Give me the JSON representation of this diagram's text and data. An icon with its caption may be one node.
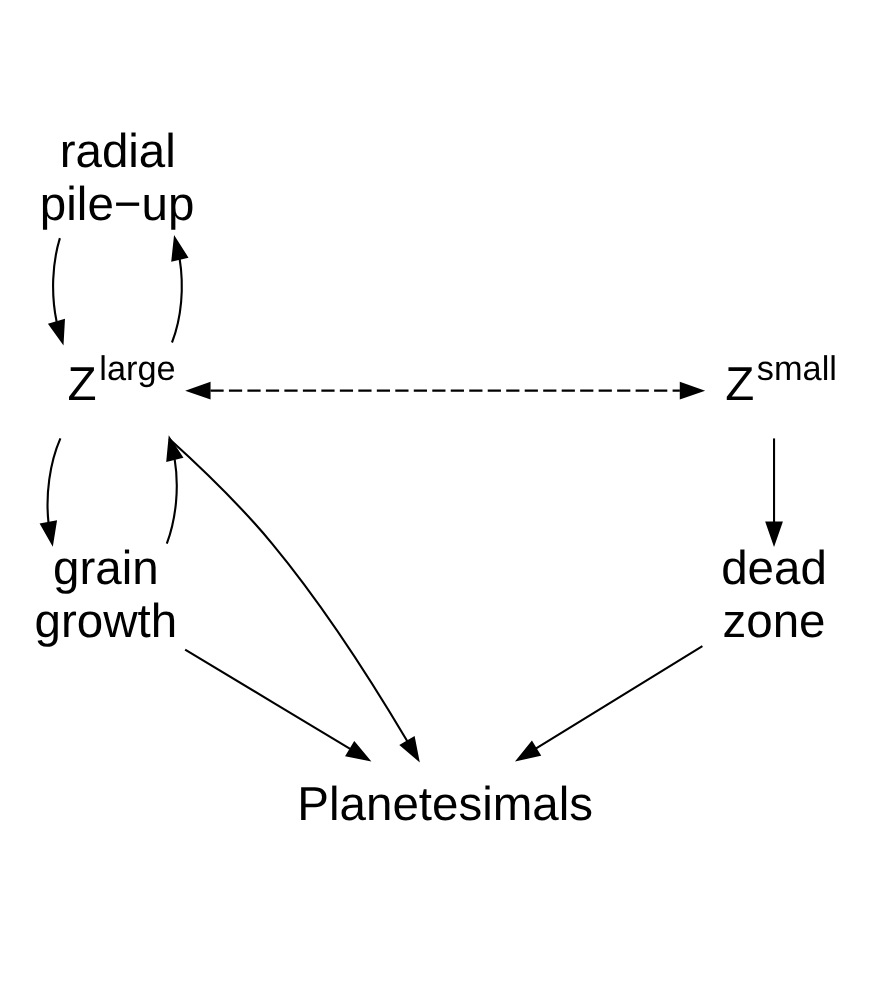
{
  "diagram": {
    "nodes": [
      {
        "text": [
          "radial pile−up"
        ]
      },
      {
        "text": [
          "Z$^{large}$"
        ]
      },
      {
        "text": [
          "Z$^{small}$"
        ]
      },
      {
        "text": [
          "grain growth"
        ]
      },
      {
        "text": [
          "dead zone"
        ]
      },
      {
        "text": [
          "Planetesimals"
        ]
      }
    ],
    "edges": [
      {
        "from": 0,
        "to": 1,
        "arrow": "to"
      },
      {
        "from": 1,
        "to": 0,
        "arrow": "to"
      },
      {
        "from": 1,
        "to": 2,
        "arrow": "both",
        "style": "dashed"
      },
      {
        "from": 1,
        "to": 3,
        "arrow": "to"
      },
      {
        "from": 3,
        "to": 1,
        "arrow": "to"
      },
      {
        "from": 1,
        "to": 5,
        "arrow": "to"
      },
      {
        "from": 2,
        "to": 4,
        "arrow": "to"
      },
      {
        "from": 3,
        "to": 5,
        "arrow": "to"
      },
      {
        "from": 4,
        "to": 5,
        "arrow": "to"
      }
    ]
  }
}
